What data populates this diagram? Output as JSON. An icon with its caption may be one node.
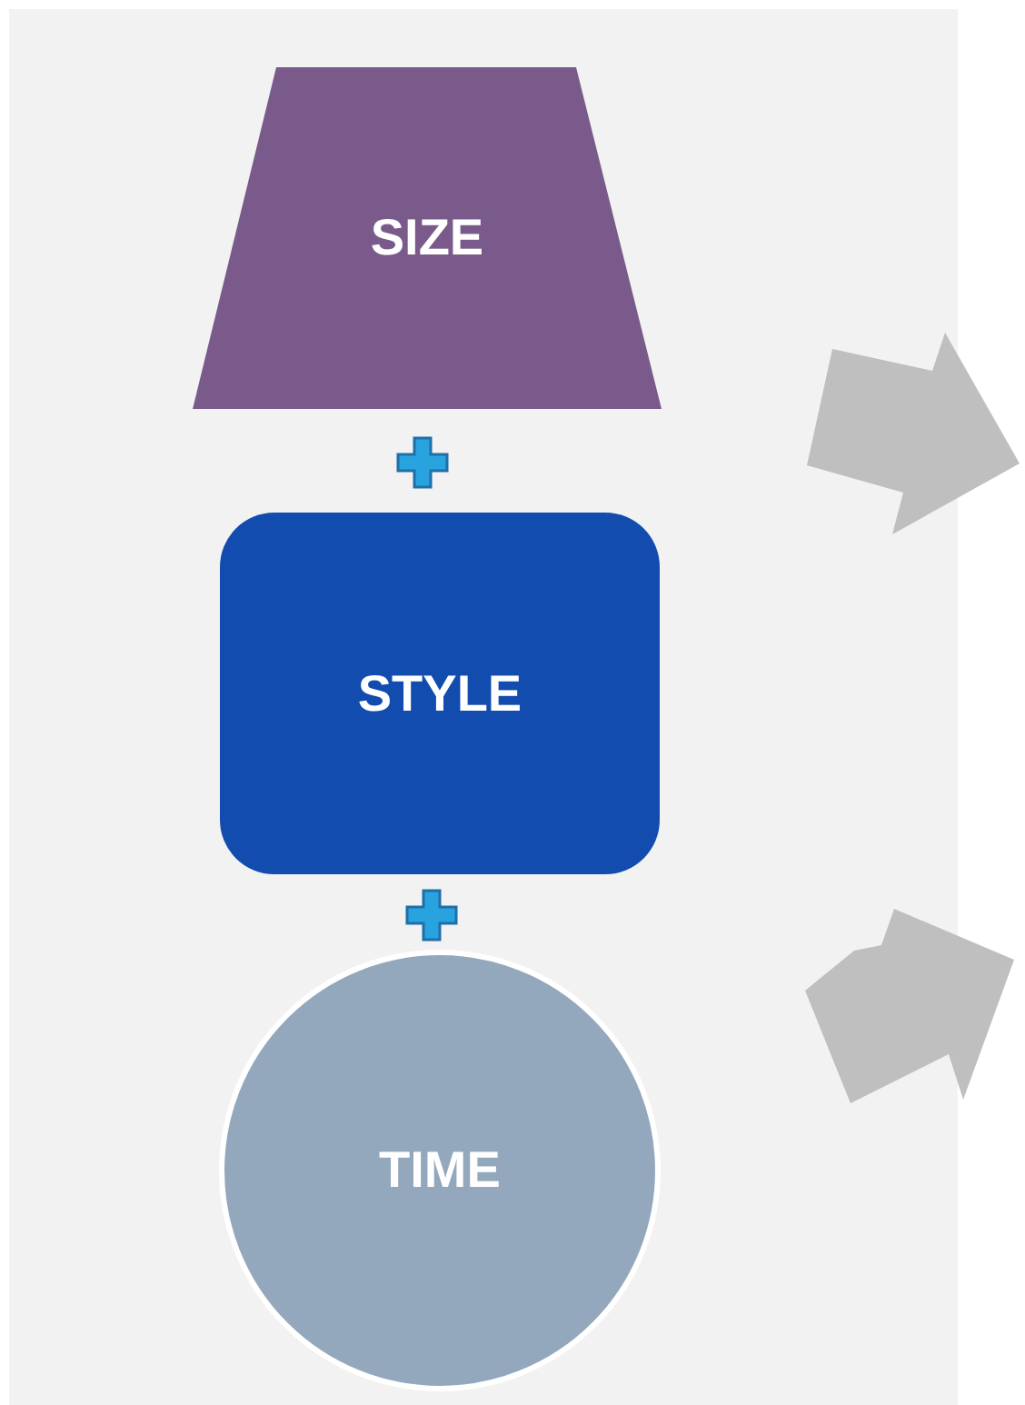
{
  "diagram": {
    "nodes": [
      {
        "text": [
          "SIZE"
        ]
      },
      {
        "text": [
          "STYLE"
        ]
      },
      {
        "text": [
          "TIME"
        ]
      }
    ]
  }
}
